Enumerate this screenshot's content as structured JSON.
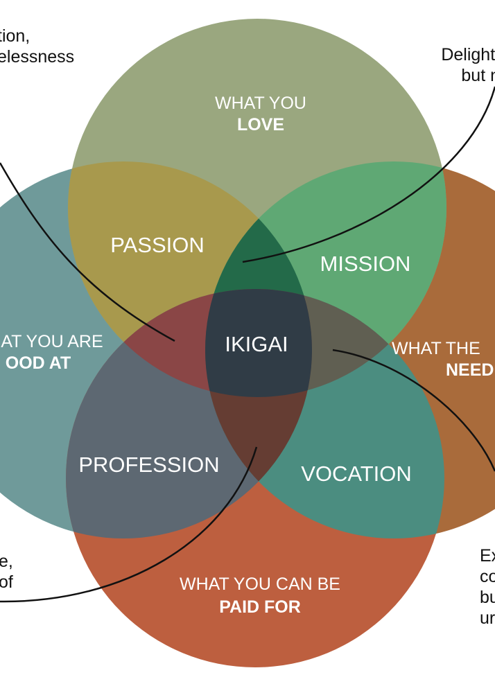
{
  "circles": {
    "love": {
      "line1": "WHAT YOU",
      "line2": "LOVE",
      "color": "#9aa77f"
    },
    "good_at": {
      "line1": "AT YOU ARE",
      "line2": "OOD AT",
      "color": "#6f9a9a"
    },
    "world_needs": {
      "line1": "WHAT THE",
      "line2": "NEED",
      "color": "#a96b3b"
    },
    "paid_for": {
      "line1": "WHAT YOU CAN BE",
      "line2": "PAID FOR",
      "color": "#bd5f3f"
    }
  },
  "overlaps": {
    "passion": {
      "label": "PASSION",
      "color": "#a8994d"
    },
    "mission": {
      "label": "MISSION",
      "color": "#5fa874"
    },
    "profession": {
      "label": "PROFESSION",
      "color": "#5d6872"
    },
    "vocation": {
      "label": "VOCATION",
      "color": "#4b8d80"
    },
    "ikigai": {
      "label": "IKIGAI",
      "color": "#303c46"
    }
  },
  "triple_colors": {
    "love_good_needs": "#236a49",
    "love_good_paid": "#8a4646",
    "love_needs_paid": "#605f52",
    "good_needs_paid": "#653d33"
  },
  "notes": {
    "top_left": [
      "tion,",
      "elessness"
    ],
    "top_right": [
      "Delight a",
      "but n"
    ],
    "bottom_left": [
      "e,",
      "of"
    ],
    "bottom_right": [
      "Ex",
      "co",
      "bu",
      "ur"
    ]
  }
}
